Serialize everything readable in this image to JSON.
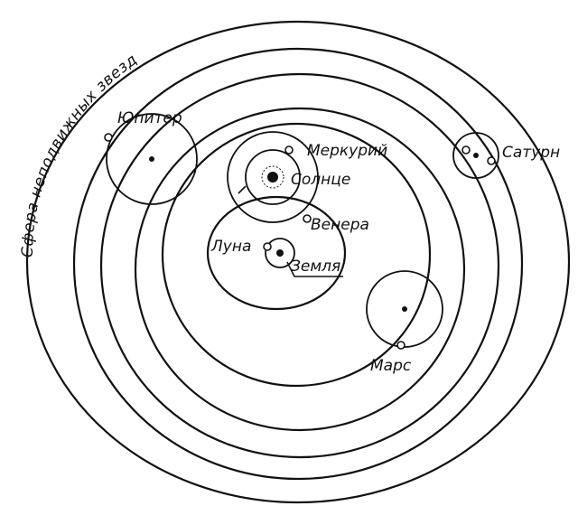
{
  "diagram": {
    "sphere_label": "Сфера неподвижных звезд",
    "labels": {
      "jupiter": "Юпитер",
      "mercury": "Меркурий",
      "sun": "Солнце",
      "saturn": "Сатурн",
      "venus": "Венера",
      "moon": "Луна",
      "earth": "Земля",
      "mars": "Марс"
    }
  }
}
